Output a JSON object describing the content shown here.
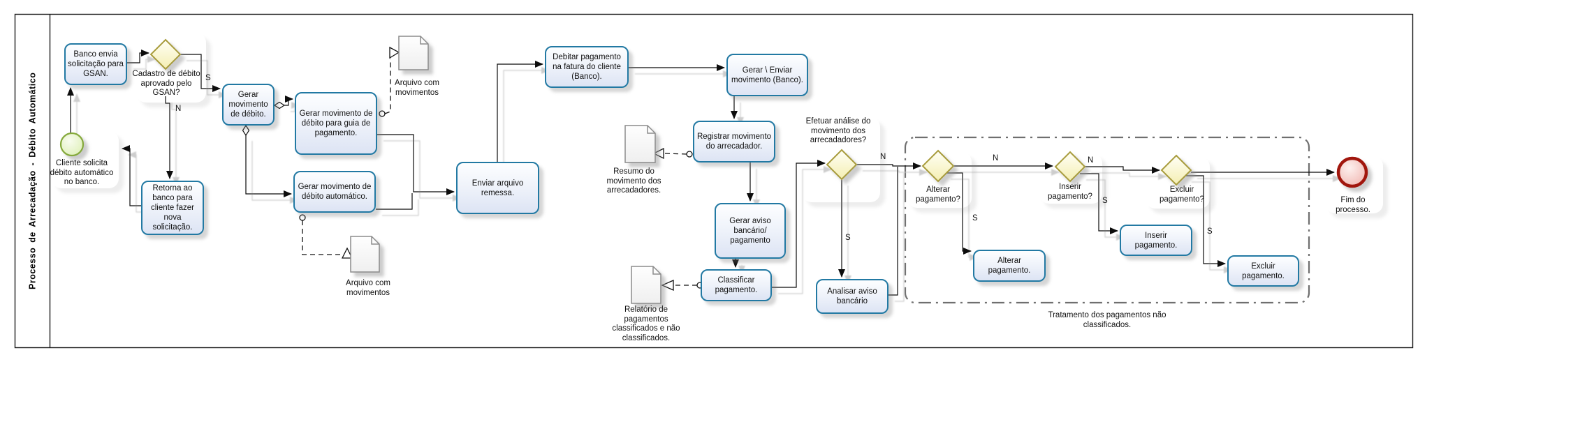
{
  "pool": {
    "title": "Processo  de Arrecadação - Débito Automático"
  },
  "tasks": {
    "banco_envia": {
      "label": "Banco envia solicitação para GSAN."
    },
    "retorna": {
      "label": "Retorna ao banco para cliente fazer nova solicitação."
    },
    "gerar_mov": {
      "label": "Gerar movimento de débito."
    },
    "gerar_guia": {
      "label": "Gerar movimento de débito para guia de pagamento."
    },
    "gerar_auto": {
      "label": "Gerar movimento de débito automático."
    },
    "enviar_remessa": {
      "label": "Enviar arquivo remessa."
    },
    "debitar": {
      "label": "Debitar pagamento na fatura do cliente (Banco)."
    },
    "gerar_enviar": {
      "label": "Gerar \\ Enviar movimento (Banco)."
    },
    "registrar": {
      "label": "Registrar movimento do arrecadador."
    },
    "gerar_aviso": {
      "label": "Gerar aviso bancário/ pagamento"
    },
    "classificar": {
      "label": "Classificar pagamento."
    },
    "analisar": {
      "label": "Analisar aviso bancário"
    },
    "alterar": {
      "label": "Alterar pagamento."
    },
    "inserir": {
      "label": "Inserir pagamento."
    },
    "excluir": {
      "label": "Excluir pagamento."
    }
  },
  "gateways": {
    "cadastro": {
      "label": "Cadastro de débito aprovado pelo GSAN?"
    },
    "efetuar": {
      "label": "Efetuar análise do movimento dos arrecadadores?"
    },
    "alterar": {
      "label": "Alterar pagamento?"
    },
    "inserir": {
      "label": "Inserir pagamento?"
    },
    "excluir": {
      "label": "Excluir pagamento?"
    }
  },
  "events": {
    "start": {
      "label": "Cliente solicita débito automático no banco."
    },
    "end": {
      "label": "Fim do processo."
    }
  },
  "documents": {
    "arquivo1": {
      "label": "Arquivo com movimentos"
    },
    "arquivo2": {
      "label": "Arquivo com movimentos"
    },
    "resumo": {
      "label": "Resumo do movimento dos arrecadadores."
    },
    "relatorio": {
      "label": "Relatório de pagamentos classificados e não classificados."
    }
  },
  "group": {
    "label": "Tratamento dos pagamentos não classificados."
  },
  "flow_labels": {
    "cadastro_s": "S",
    "cadastro_n": "N",
    "efetuar_n": "N",
    "efetuar_s": "S",
    "alterar_n": "N",
    "alterar_s": "S",
    "inserir_n": "N",
    "inserir_s": "S",
    "excluir_s": "S"
  },
  "colors": {
    "task_border": "#2279a3",
    "gateway_border": "#a89c3c",
    "start_border": "#85a93b",
    "end_border": "#a11308"
  }
}
